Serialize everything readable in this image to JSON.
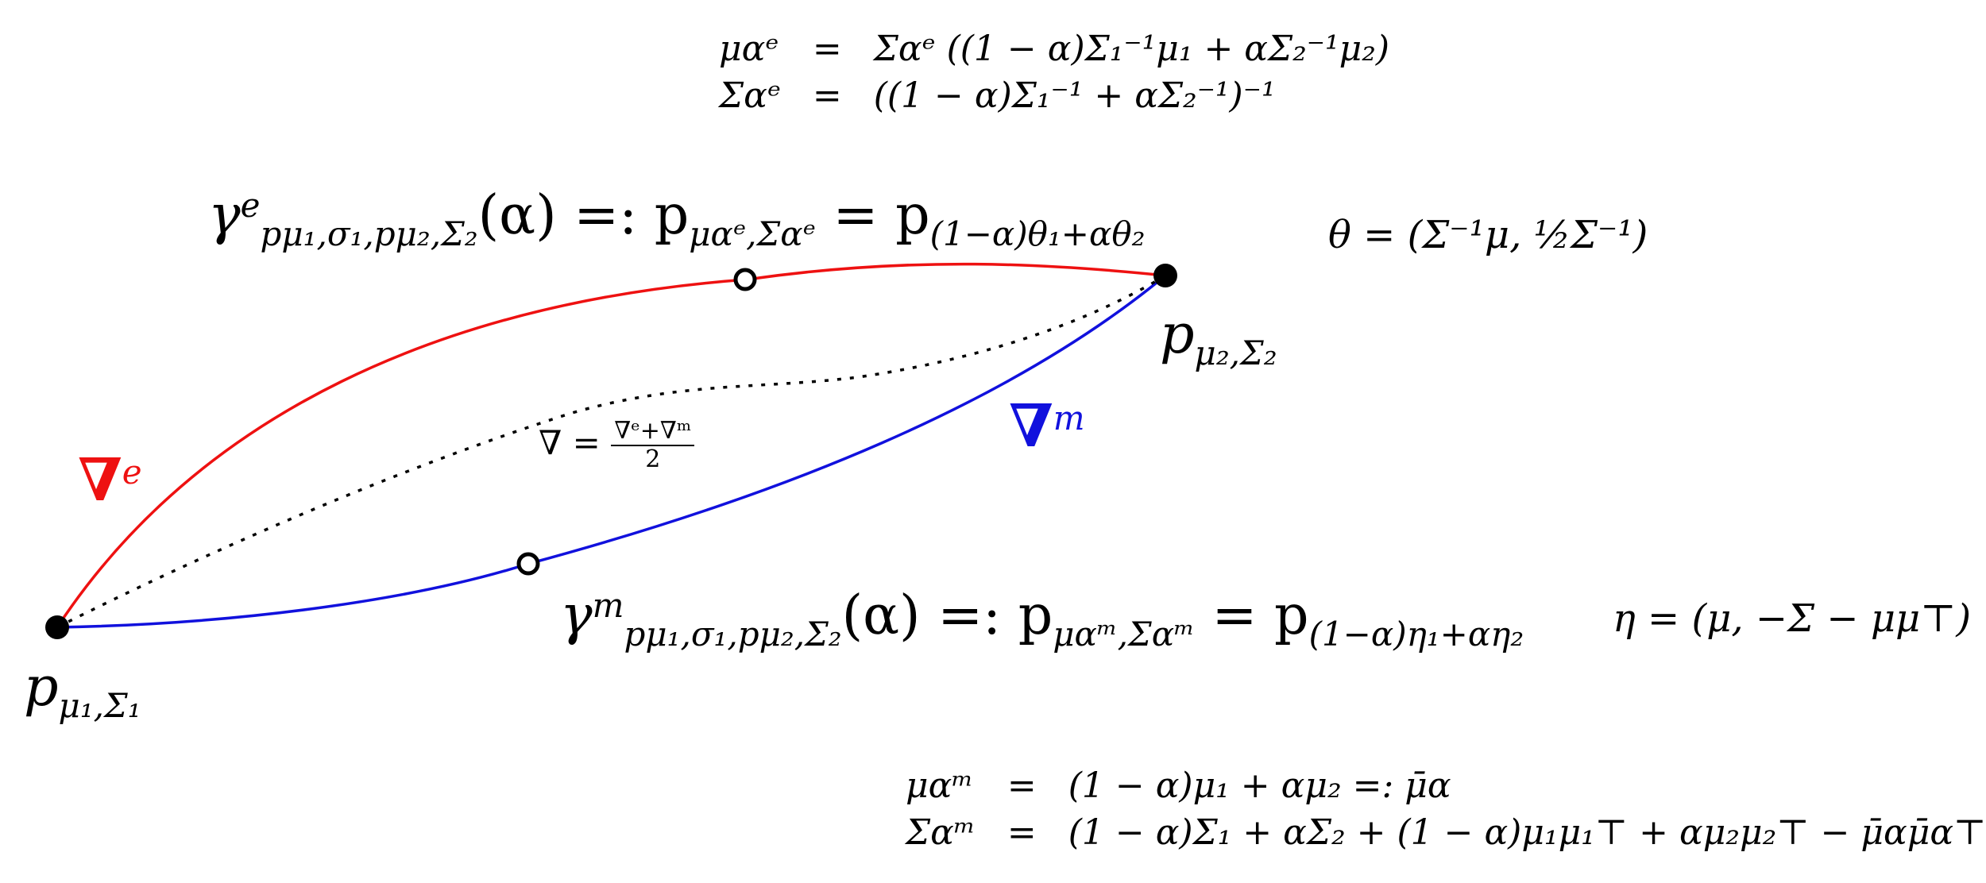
{
  "colors": {
    "e_geodesic": "#ee1111",
    "m_geodesic": "#1111dd",
    "mixed_geodesic": "#000000",
    "points": "#000000"
  },
  "points": {
    "p1": "p",
    "p1_sub": "μ₁,Σ₁",
    "p2": "p",
    "p2_sub": "μ₂,Σ₂"
  },
  "connections": {
    "e": {
      "symbol": "∇",
      "sup": "e"
    },
    "m": {
      "symbol": "∇",
      "sup": "m"
    },
    "mixed": {
      "lhs": "∇ =",
      "num": "∇ᵉ+∇ᵐ",
      "den": "2"
    }
  },
  "geodesics": {
    "e": {
      "gamma": "γ",
      "sup": "e",
      "sub": "pμ₁,σ₁,pμ₂,Σ₂",
      "rest": "(α) =: p",
      "sub2": "μαᵉ,Σαᵉ",
      "eq": " = p",
      "sub3": "(1−α)θ₁+αθ₂"
    },
    "m": {
      "gamma": "γ",
      "sup": "m",
      "sub": "pμ₁,σ₁,pμ₂,Σ₂",
      "rest": "(α) =: p",
      "sub2": "μαᵐ,Σαᵐ",
      "eq": " = p",
      "sub3": "(1−α)η₁+αη₂"
    }
  },
  "parameters": {
    "theta": "θ = (Σ⁻¹μ, ½Σ⁻¹)",
    "eta": "η = (μ, −Σ − μμ⊤)"
  },
  "equations": {
    "e": [
      {
        "lhs": "μαᵉ",
        "op": "=",
        "rhs": "Σαᵉ ((1 − α)Σ₁⁻¹μ₁ + αΣ₂⁻¹μ₂)"
      },
      {
        "lhs": "Σαᵉ",
        "op": "=",
        "rhs": "((1 − α)Σ₁⁻¹ + αΣ₂⁻¹)⁻¹"
      }
    ],
    "m": [
      {
        "lhs": "μαᵐ",
        "op": "=",
        "rhs": "(1 − α)μ₁ + αμ₂ =: μ̄α"
      },
      {
        "lhs": "Σαᵐ",
        "op": "=",
        "rhs": "(1 − α)Σ₁ + αΣ₂ + (1 − α)μ₁μ₁⊤ + αμ₂μ₂⊤ − μ̄αμ̄α⊤"
      }
    ]
  }
}
